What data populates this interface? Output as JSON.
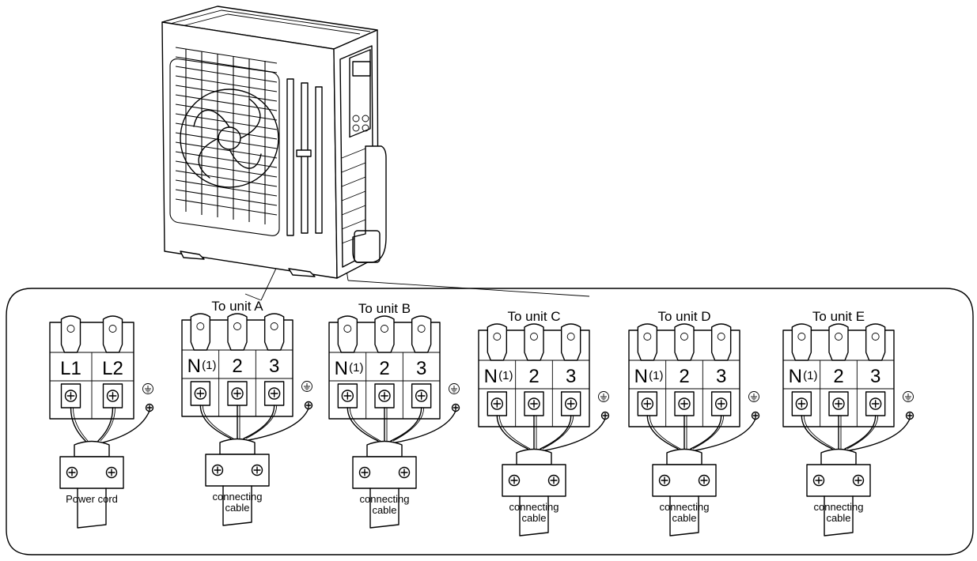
{
  "diagram": {
    "blocks": [
      {
        "id": "power",
        "title": "",
        "terminals": [
          "L1",
          "L2"
        ],
        "cable_label": [
          "Power cord"
        ],
        "sup": ""
      },
      {
        "id": "A",
        "title": "To unit A",
        "terminals": [
          "N",
          "2",
          "3"
        ],
        "sup": "(1)",
        "cable_label": [
          "connecting",
          "cable"
        ]
      },
      {
        "id": "B",
        "title": "To unit B",
        "terminals": [
          "N",
          "2",
          "3"
        ],
        "sup": "(1)",
        "cable_label": [
          "connecting",
          "cable"
        ]
      },
      {
        "id": "C",
        "title": "To unit C",
        "terminals": [
          "N",
          "2",
          "3"
        ],
        "sup": "(1)",
        "cable_label": [
          "connecting",
          "cable"
        ]
      },
      {
        "id": "D",
        "title": "To unit D",
        "terminals": [
          "N",
          "2",
          "3"
        ],
        "sup": "(1)",
        "cable_label": [
          "connecting",
          "cable"
        ]
      },
      {
        "id": "E",
        "title": "To unit E",
        "terminals": [
          "N",
          "2",
          "3"
        ],
        "sup": "(1)",
        "cable_label": [
          "connecting",
          "cable"
        ]
      }
    ],
    "icons": {
      "ground": "ground-icon",
      "screw": "screw-icon",
      "unit": "outdoor-unit-icon"
    },
    "colors": {
      "line": "#000000",
      "background": "#ffffff"
    }
  }
}
